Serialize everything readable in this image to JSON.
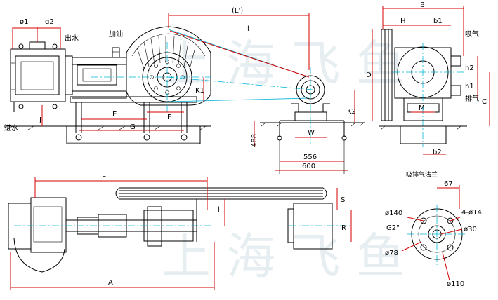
{
  "labels": {
    "phi1": "ø1",
    "a2": "ɑ2",
    "outlet": "出水",
    "oil": "加油",
    "L_ref": "(L')",
    "l_top": "l",
    "B": "B",
    "H": "H",
    "b1": "b1",
    "exhaust1": "吸气",
    "D": "D",
    "h2": "h2",
    "h1": "h1",
    "C": "C",
    "exhaust2": "排气",
    "K1": "K1",
    "K2": "K2",
    "M": "M",
    "inlet": "进水",
    "J": "J",
    "E": "E",
    "F": "F",
    "G": "G",
    "W": "W",
    "d488": "488",
    "d556": "556",
    "d600": "600",
    "b2": "b2",
    "L_bot": "L",
    "S": "S",
    "l_bot": "l",
    "R": "R",
    "A": "A",
    "flange_title": "吸排气法兰",
    "d67": "67",
    "d140": "ø140",
    "d4x14": "4-ø14",
    "G2": "G2\"",
    "d30": "ø30",
    "d78": "ø78",
    "d110": "ø110"
  },
  "watermark": {
    "line1": "上 海 飞 鱼",
    "line2": "上 海 飞 鱼"
  },
  "colors": {
    "line": "#000000",
    "dimension": "#d40000",
    "centerline": "#00b7d6",
    "watermark": "#e7eef2"
  }
}
